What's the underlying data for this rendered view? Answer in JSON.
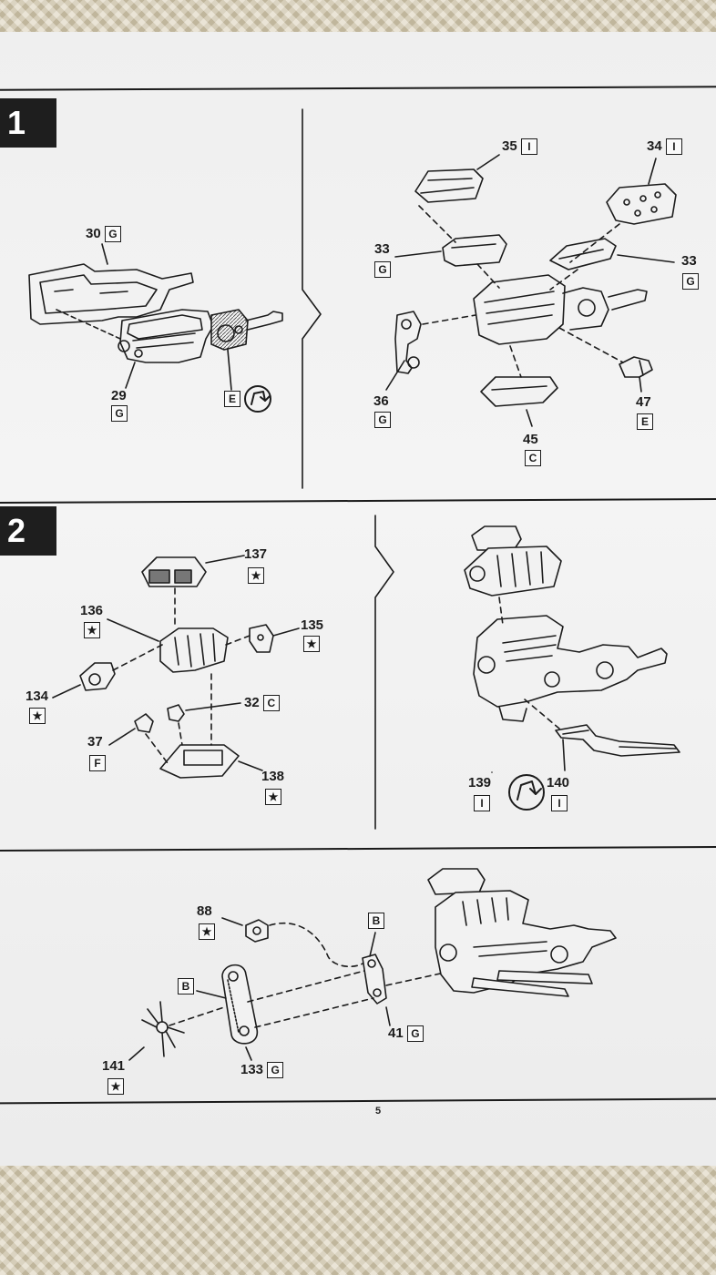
{
  "page_number": "5",
  "step1": {
    "number": "1",
    "left_labels": [
      {
        "id": "30",
        "tag": "G"
      },
      {
        "id": "29",
        "tag": "G"
      },
      {
        "id": "",
        "tag": "E"
      }
    ],
    "right_labels": [
      {
        "id": "35",
        "tag": "I"
      },
      {
        "id": "34",
        "tag": "I"
      },
      {
        "id": "33",
        "tag": "G"
      },
      {
        "id": "33",
        "tag": "G"
      },
      {
        "id": "36",
        "tag": "G"
      },
      {
        "id": "45",
        "tag": "C"
      },
      {
        "id": "47",
        "tag": "E"
      }
    ]
  },
  "step2": {
    "number": "2",
    "left_labels": [
      {
        "id": "137",
        "tag": "★"
      },
      {
        "id": "136",
        "tag": "★"
      },
      {
        "id": "135",
        "tag": "★"
      },
      {
        "id": "134",
        "tag": "★"
      },
      {
        "id": "32",
        "tag": "C"
      },
      {
        "id": "37",
        "tag": "F"
      },
      {
        "id": "138",
        "tag": "★"
      }
    ],
    "right_labels": [
      {
        "id": "139",
        "tag": "I"
      },
      {
        "id": "140",
        "tag": "I"
      }
    ]
  },
  "step3": {
    "labels": [
      {
        "id": "88",
        "tag": "★"
      },
      {
        "id": "",
        "tag": "B"
      },
      {
        "id": "",
        "tag": "B"
      },
      {
        "id": "41",
        "tag": "G"
      },
      {
        "id": "141",
        "tag": "★"
      },
      {
        "id": "133",
        "tag": "G"
      }
    ]
  }
}
